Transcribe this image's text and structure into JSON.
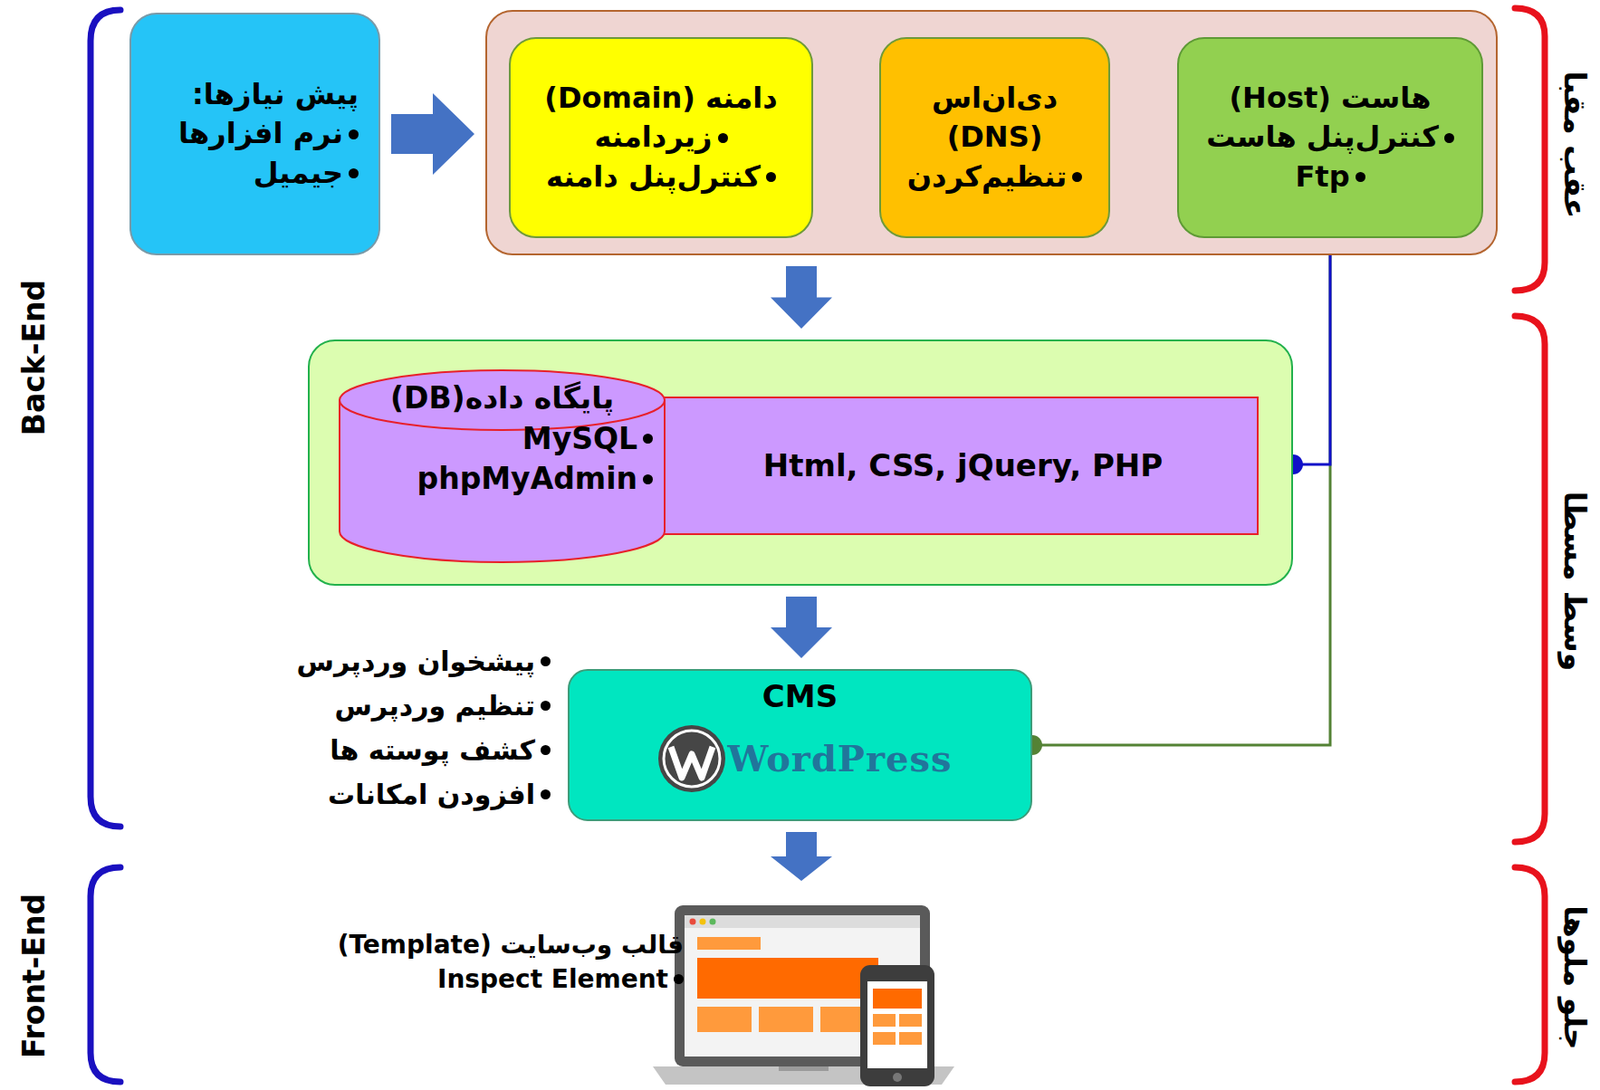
{
  "diagram": {
    "nodes": [
      {
        "text": [
          "پیش نیازها:",
          "نرم افزارها",
          "جیمیل"
        ]
      },
      {
        "text": []
      },
      {
        "text": [
          "هاست (Host)",
          "کنترل‌پنل هاست",
          "Ftp"
        ],
        "in": 1
      },
      {
        "text": [
          "دی‌ان‌اس (DNS)",
          "تنظیم‌کردن"
        ],
        "in": 1
      },
      {
        "text": [
          "دامنه (Domain)",
          "زیردامنه",
          "کنترل‌پنل دامنه"
        ],
        "in": 1
      },
      {
        "text": []
      },
      {
        "text": [
          "Html, CSS, jQuery, PHP"
        ],
        "in": 5
      },
      {
        "text": [
          "پایگاه داده(DB)",
          "MySQL",
          "phpMyAdmin"
        ],
        "in": 5
      },
      {
        "text": [
          "CMS",
          "WordPress"
        ]
      },
      {
        "text": [
          "قالب وب‌سایت (Template)",
          "Inspect Element"
        ]
      }
    ],
    "edges": [
      {
        "from": 0,
        "to": 1,
        "arrow": "to"
      },
      {
        "from": 4,
        "to": 3,
        "arrow": "to"
      },
      {
        "from": 3,
        "to": 2,
        "arrow": "to"
      },
      {
        "from": 1,
        "to": 5,
        "arrow": "to"
      },
      {
        "from": 2,
        "to": 5,
        "arrow": "none"
      },
      {
        "from": 2,
        "to": 8,
        "arrow": "none"
      },
      {
        "from": 5,
        "to": 8,
        "arrow": "to"
      },
      {
        "from": 8,
        "to": 9,
        "arrow": "to"
      }
    ],
    "labels": [
      "Back-End",
      "Front-End",
      "عقب مقبا",
      "وسط مسطا",
      "جلو ملوها",
      "پیشخوان وردپرس",
      "تنظیم وردپرس",
      "کشف پوسته ها",
      "افزودن امکانات"
    ]
  }
}
